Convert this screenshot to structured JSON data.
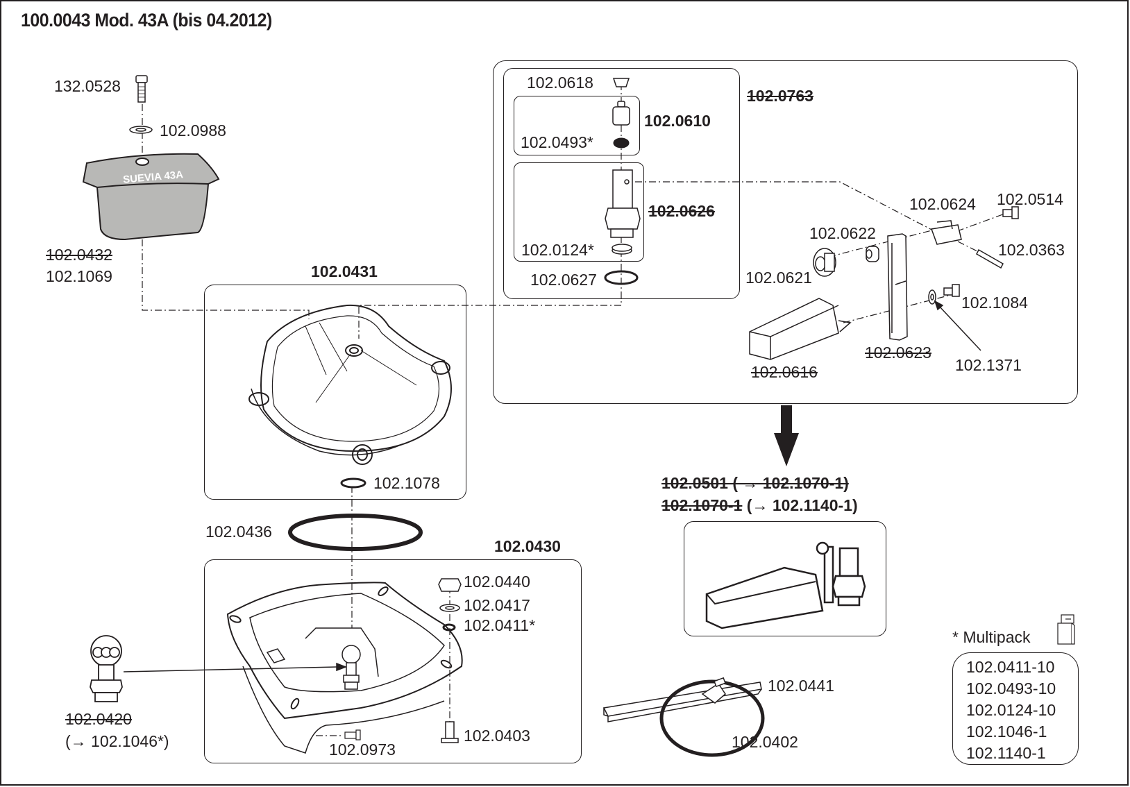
{
  "title": "100.0043 Mod. 43A (bis 04.2012)",
  "cover_text": "SUEVIA 43A",
  "groups": {
    "float_assembly": {
      "label": "102.0763",
      "obsolete": true
    },
    "valve_top": {
      "label": "102.0610",
      "obsolete": false
    },
    "valve_body": {
      "label": "102.0626",
      "obsolete": true
    },
    "bowl": {
      "label": "102.0431",
      "obsolete": false
    },
    "base": {
      "label": "102.0430",
      "obsolete": false
    }
  },
  "parts": {
    "screw_top": "132.0528",
    "washer_top": "102.0988",
    "cover_old": "102.0432",
    "cover_new": "102.1069",
    "cap": "102.0618",
    "seal_0493": "102.0493*",
    "seal_0124": "102.0124*",
    "ring_0627": "102.0627",
    "clip_0624": "102.0624",
    "screw_0514": "102.0514",
    "spacer_0622": "102.0622",
    "pin_0363": "102.0363",
    "knob_0621": "102.0621",
    "screw_1084": "102.1084",
    "float_0616": "102.0616",
    "rail_0623": "102.0623",
    "washer_1371": "102.1371",
    "seal_1078": "102.1078",
    "oring_0436": "102.0436",
    "nut_0440": "102.0440",
    "washer_0417": "102.0417",
    "seal_0411": "102.0411*",
    "screw_0403": "102.0403",
    "screw_0973": "102.0973",
    "nipple_old": "102.0420",
    "nipple_new": "(→ 102.1046*)",
    "clamp_0441": "102.0441",
    "hoop_0402": "102.0402"
  },
  "replacement": {
    "line1": "102.0501 ( → 102.1070-1)",
    "line2_old": "102.1070-1",
    "line2_new": "(→ 102.1140-1)"
  },
  "multipack": {
    "label": "* Multipack",
    "items": [
      "102.0411-10",
      "102.0493-10",
      "102.0124-10",
      "102.1046-1",
      "102.1140-1"
    ]
  }
}
